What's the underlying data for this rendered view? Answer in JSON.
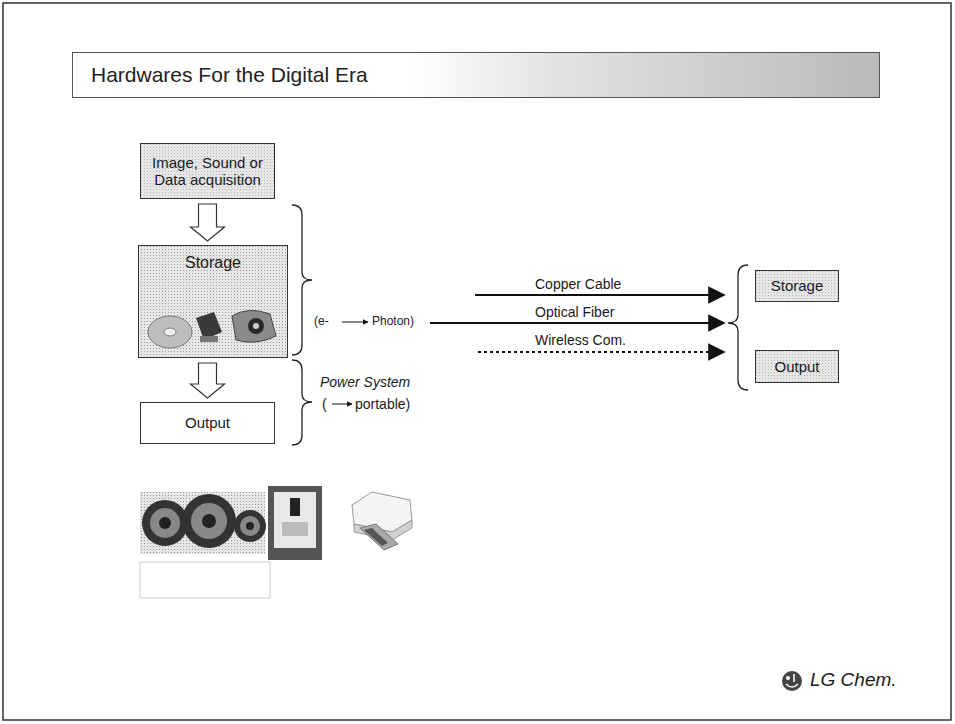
{
  "diagram": {
    "title": "Hardwares For the Digital Era",
    "nodes": [
      {
        "text": [
          "Image, Sound or Data acquisition"
        ]
      },
      {
        "text": [
          "Storage"
        ]
      },
      {
        "text": [
          "Output"
        ]
      },
      {
        "text": [
          "Storage"
        ]
      },
      {
        "text": [
          "Output"
        ]
      }
    ],
    "edges": [
      {
        "from": 0,
        "to": 1,
        "arrow": "to"
      },
      {
        "from": 1,
        "to": 2,
        "arrow": "to"
      }
    ],
    "labels": [
      "(e-",
      "Photon)",
      "Power System",
      "(",
      "portable)",
      "Copper Cable",
      "Optical Fiber",
      "Wireless Com.",
      "LG Chem."
    ]
  }
}
